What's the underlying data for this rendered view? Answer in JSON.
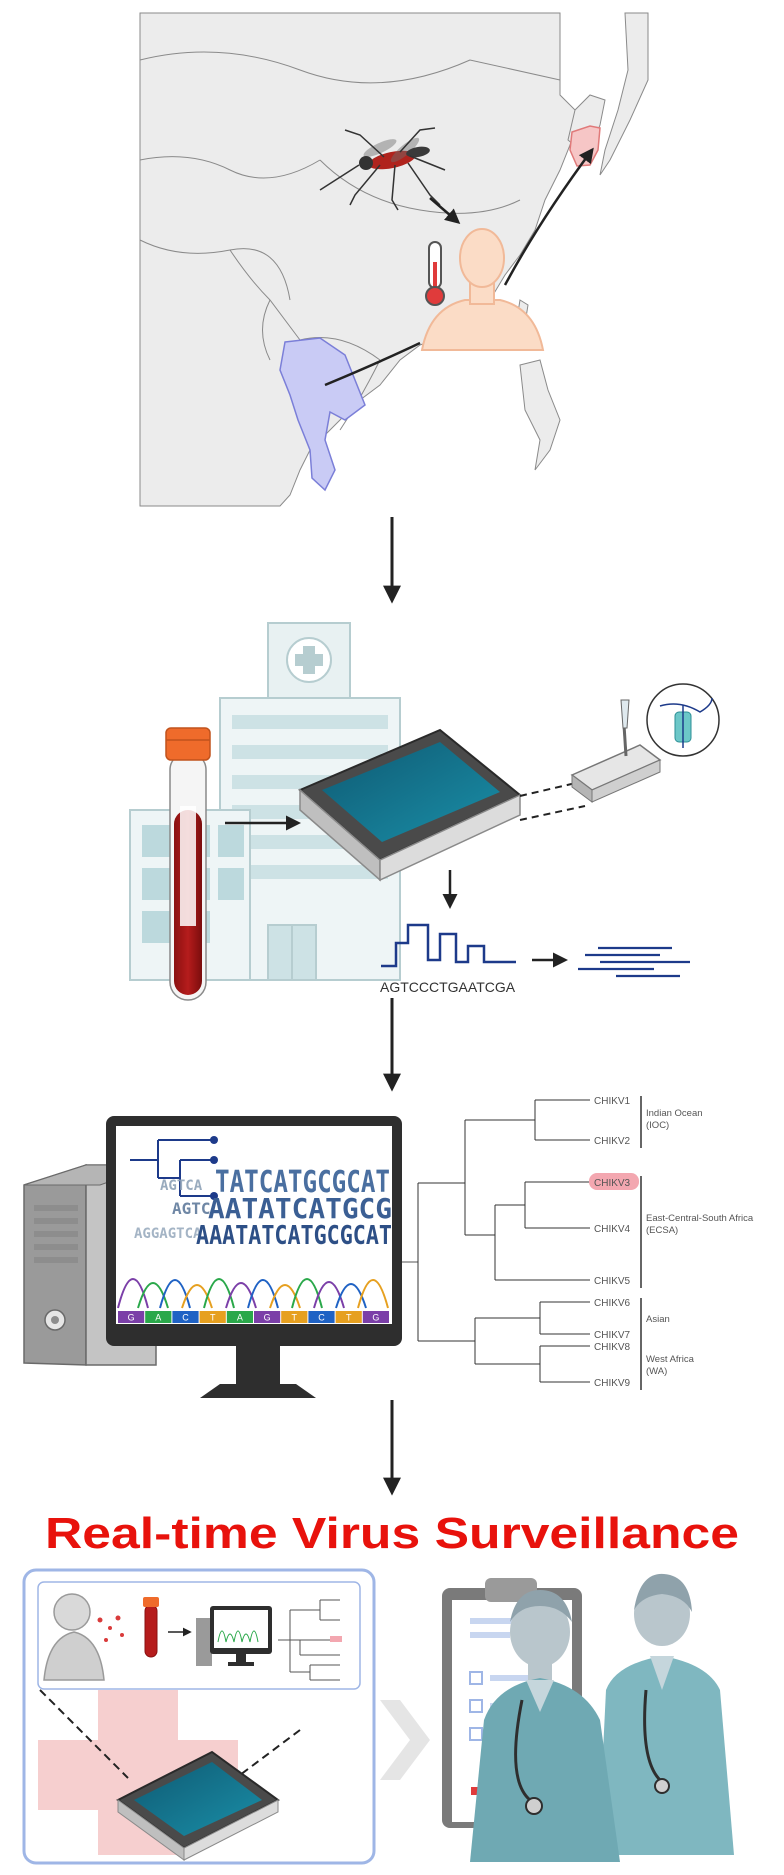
{
  "colors": {
    "headline": "#e8120c",
    "arrow": "#222222",
    "map_land": "#ececec",
    "map_border": "#8a8a8a",
    "thailand": "#c9cbf5",
    "korea": "#f6c6c6",
    "highlight_leaf": "#f3a7b0",
    "sequence_trace": "#1d3a8a"
  },
  "icons": [
    "mosquito-icon",
    "thermometer-icon",
    "patient-icon",
    "hospital-icon",
    "blood-tube-icon",
    "sequencer-icon",
    "flow-cell-icon",
    "computer-icon",
    "monitor-icon",
    "clipboard-icon",
    "doctor-icon",
    "nurse-icon"
  ],
  "panel2": {
    "sequence": "AGTCCCTGAATCGA"
  },
  "panel3": {
    "alignment_rows": [
      "TATCATGCGCAT",
      "AATATCATGCG",
      "AAATATCATGCGCAT"
    ],
    "alignment_prefix": [
      "AGTCA",
      "AGTC",
      "AGGAGTCA"
    ],
    "bases": [
      "G",
      "A",
      "C",
      "T",
      "A",
      "G",
      "T",
      "C",
      "T",
      "G"
    ],
    "tree_leaves": [
      "CHIKV1",
      "CHIKV2",
      "CHIKV3",
      "CHIKV4",
      "CHIKV5",
      "CHIKV6",
      "CHIKV7",
      "CHIKV8",
      "CHIKV9"
    ],
    "highlighted_leaf": "CHIKV3",
    "clades": [
      {
        "line1": "Indian Ocean",
        "line2": "(IOC)"
      },
      {
        "line1": "East-Central-South Africa",
        "line2": "(ECSA)"
      },
      {
        "line1": "Asian",
        "line2": ""
      },
      {
        "line1": "West Africa",
        "line2": "(WA)"
      }
    ]
  },
  "headline": "Real-time Virus Surveillance"
}
